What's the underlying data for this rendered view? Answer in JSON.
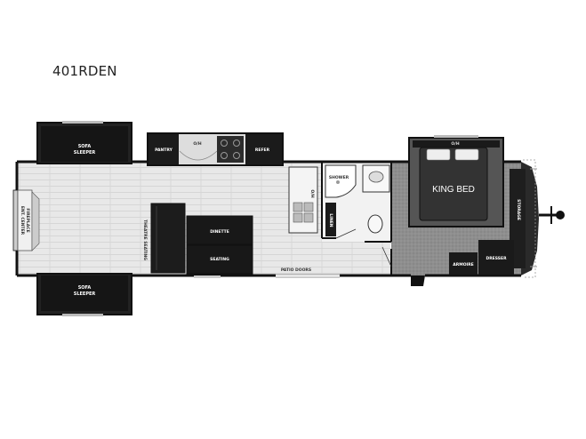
{
  "title": "401RDEN",
  "labels": {
    "sofa_sleeper": [
      "SOFA",
      "SLEEPER"
    ],
    "pantry": "PANTRY",
    "oh": "O/H",
    "refer": "REFER",
    "fireplace": "FIREPLACE",
    "ent_center": "ENT. CENTER",
    "theatre_seating": "THEATRE SEATING",
    "dinette": "DINETTE",
    "seating": "SEATING",
    "patio_doors": "PATIO DOORS",
    "shower": "SHOWER",
    "linen": "LINEN",
    "king_bed": "KING BED",
    "storage": "STORAGE",
    "armoire": "ARMOIRE",
    "dresser": "DRESSER"
  },
  "colors": {
    "wall": "#111111",
    "floor": "#e6e6e6",
    "floor_lines": "#d2d2d2",
    "bedroom_floor": "#8c8c8c",
    "furniture": "#1a1a1a",
    "bed": "#333333"
  }
}
